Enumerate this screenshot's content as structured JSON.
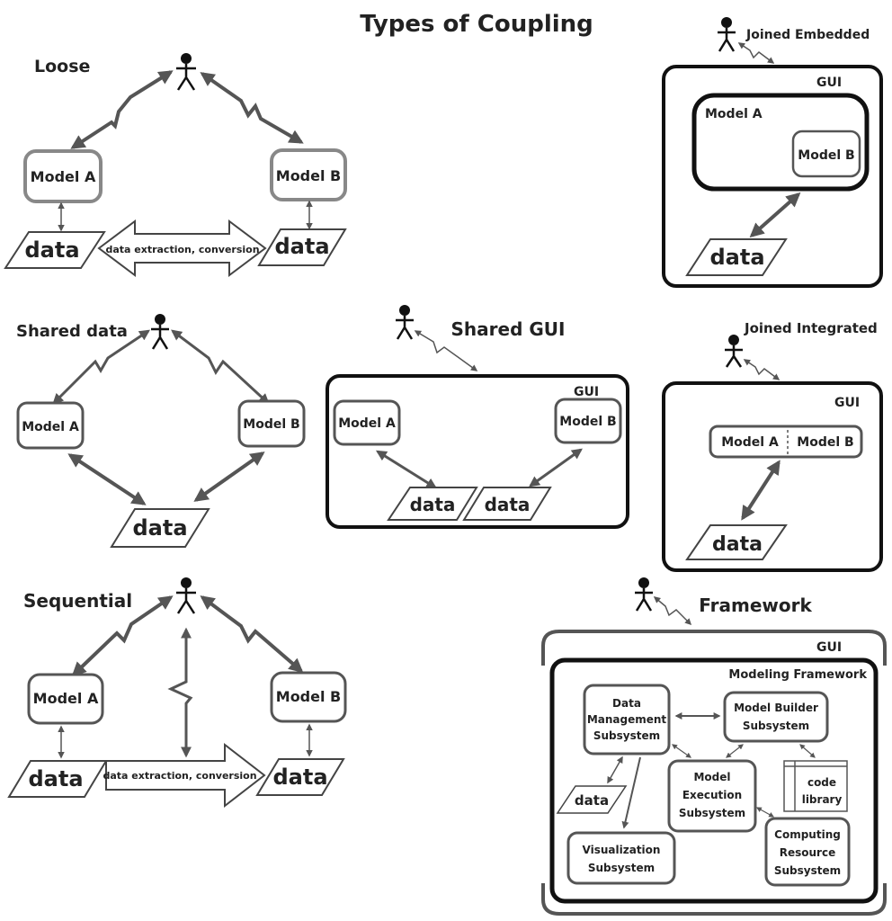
{
  "title": "Types of Coupling",
  "labels": {
    "model_a": "Model A",
    "model_b": "Model B",
    "data": "data",
    "gui": "GUI",
    "conversion": "data extraction, conversion"
  },
  "sections": {
    "loose": "Loose",
    "shared_data": "Shared data",
    "sequential": "Sequential",
    "shared_gui": "Shared GUI",
    "joined_embedded": "Joined Embedded",
    "joined_integrated": "Joined Integrated",
    "framework": "Framework"
  },
  "framework": {
    "inner_title": "Modeling Framework",
    "data_mgmt": [
      "Data",
      "Management",
      "Subsystem"
    ],
    "model_builder": [
      "Model Builder",
      "Subsystem"
    ],
    "model_exec": [
      "Model",
      "Execution",
      "Subsystem"
    ],
    "visualization": [
      "Visualization",
      "Subsystem"
    ],
    "computing": [
      "Computing",
      "Resource",
      "Subsystem"
    ],
    "code_library": [
      "code",
      "library"
    ]
  }
}
